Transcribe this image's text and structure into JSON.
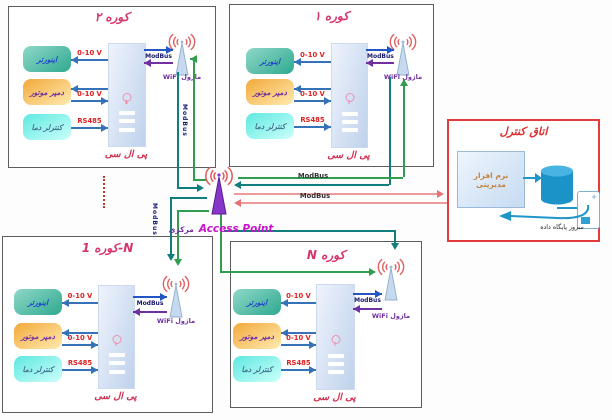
{
  "furnaces": [
    {
      "title": "کوره ۲",
      "dir": "ltr"
    },
    {
      "title": "کوره ۱",
      "dir": "ltr"
    },
    {
      "title": "کوره 1-N",
      "dir": "ltr"
    },
    {
      "title": "کوره N",
      "dir": "rtl"
    }
  ],
  "devices": [
    {
      "label": "اینورتر",
      "signal": "0-10 V"
    },
    {
      "label": "دمپر موتور",
      "signal": "0-10 V"
    },
    {
      "label": "کنترلر دما",
      "signal": "RS485"
    }
  ],
  "shared": {
    "plc_label": "پی ال سی",
    "wifi_module_label": "ماژول WiFi",
    "modbus_label": "ModBus"
  },
  "access_point": {
    "label_en": "Access Point",
    "label_fa": "مرکزی"
  },
  "network_labels": {
    "modbus_f1_ap": "ModBus",
    "modbus_ap_ctrl": "ModBus",
    "modbus_vert_f2": "ModBus",
    "modbus_vert_n1": "ModBus"
  },
  "control_room": {
    "title": "اتاق کنترل",
    "software_label": "نرم افزار مدیریتی",
    "server_label": "سرور پایگاه داده"
  },
  "colors": {
    "accent_pink": "#d6336c",
    "ap_purple": "#7030a0",
    "teal_line": "#117e7e",
    "green_line": "#2f9e4f",
    "salmon_line": "#ef9a9a",
    "blue_arrow": "#2256c4",
    "red_label": "#e02020"
  }
}
